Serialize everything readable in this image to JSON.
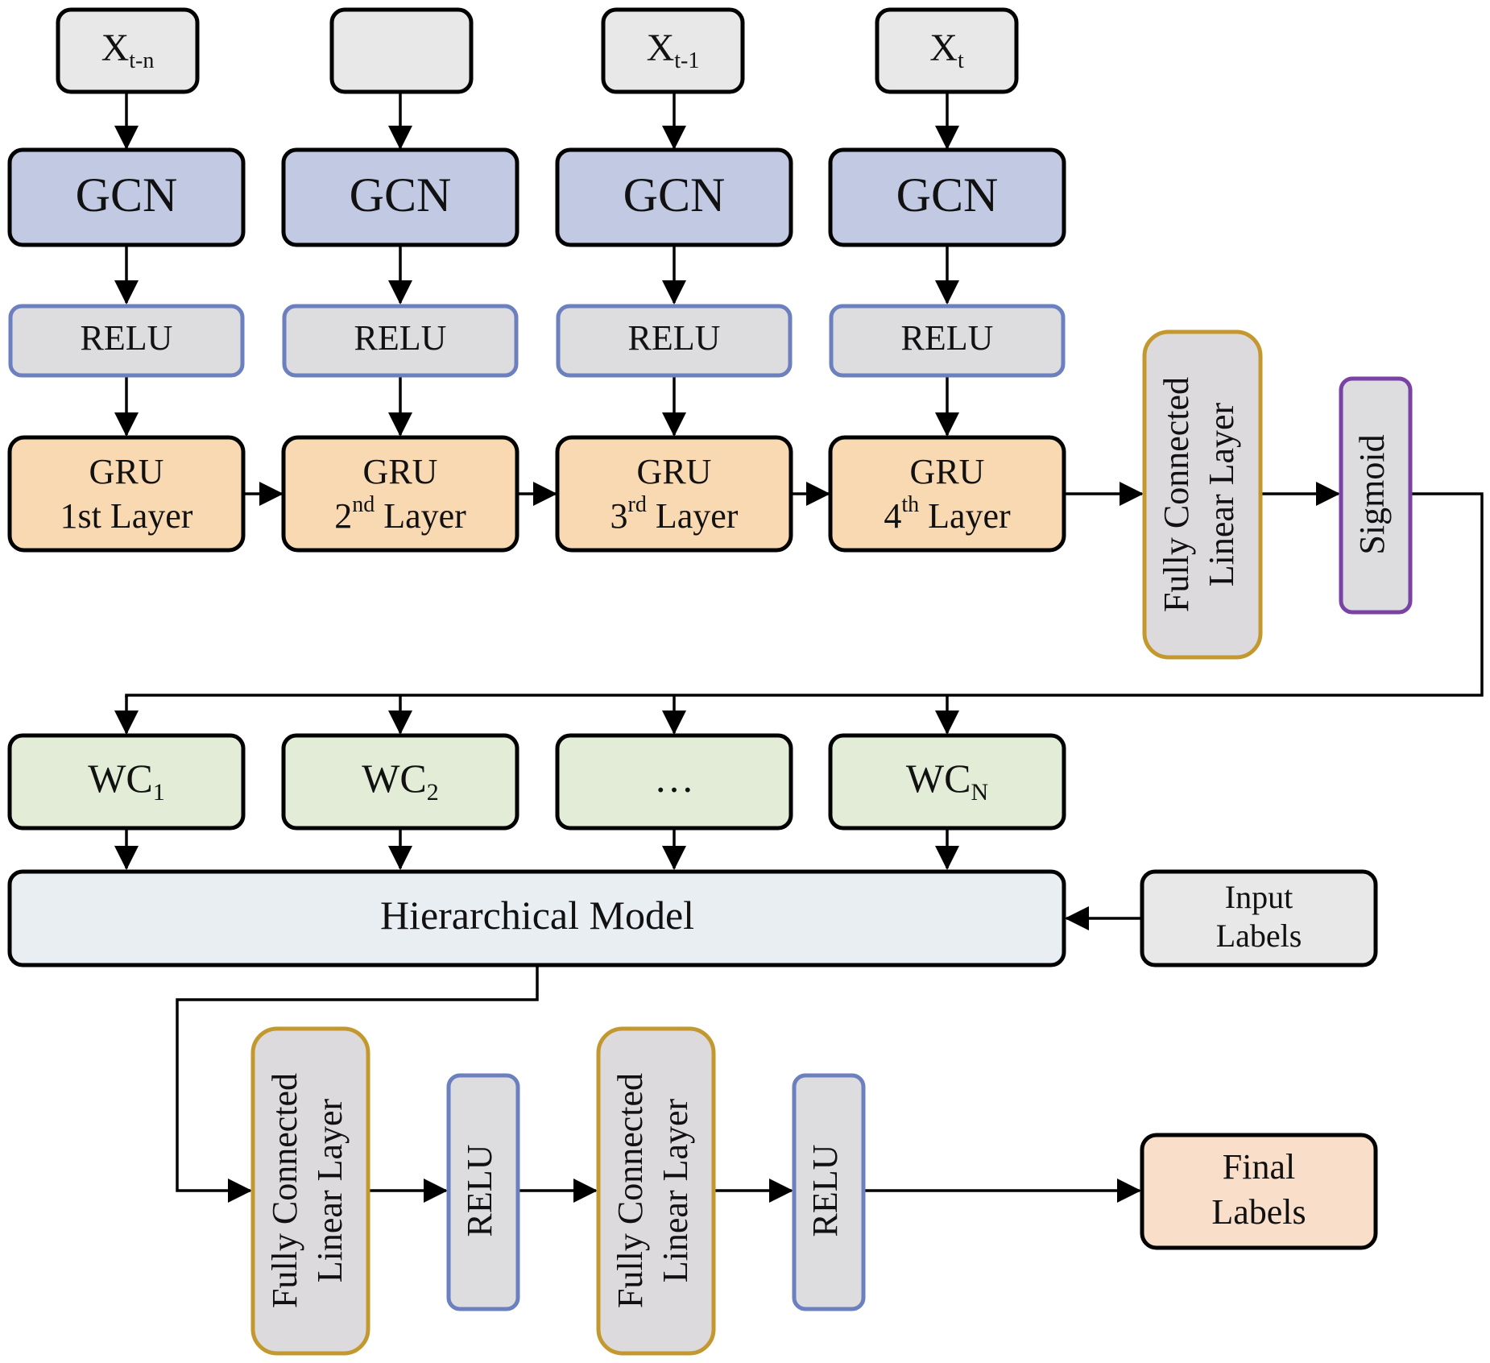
{
  "colors": {
    "gcn_fill": "#c1c9e3",
    "relu_fill": "#dddcde",
    "relu_border": "#6c7fbf",
    "gru_fill": "#f9d9b1",
    "wc_fill": "#e2ecd6",
    "hier_fill": "#e9eef3",
    "input_fill": "#e8e8e8",
    "fc_fill": "#dcdadc",
    "fc_border": "#c3992f",
    "sigmoid_border": "#7b42a5",
    "final_fill": "#f9dec9",
    "black": "#000000"
  },
  "inputs": [
    {
      "base": "X",
      "sub": "t-n"
    },
    {
      "base": "",
      "sub": ""
    },
    {
      "base": "X",
      "sub": "t-1"
    },
    {
      "base": "X",
      "sub": "t"
    }
  ],
  "gcn_label": "GCN",
  "relu_label": "RELU",
  "gru": [
    {
      "line1": "GRU",
      "num": "1st",
      "sup": "",
      "rest": " Layer"
    },
    {
      "line1": "GRU",
      "num": "2",
      "sup": "nd",
      "rest": " Layer"
    },
    {
      "line1": "GRU",
      "num": "3",
      "sup": "rd",
      "rest": " Layer"
    },
    {
      "line1": "GRU",
      "num": "4",
      "sup": "th",
      "rest": " Layer"
    }
  ],
  "fc_line1": "Fully Connected",
  "fc_line2": "Linear Layer",
  "sigmoid_label": "Sigmoid",
  "wc": [
    {
      "base": "WC",
      "sub": "1"
    },
    {
      "base": "WC",
      "sub": "2"
    },
    {
      "base": "…",
      "sub": ""
    },
    {
      "base": "WC",
      "sub": "N"
    }
  ],
  "hierarchical_label": "Hierarchical Model",
  "input_labels": [
    "Input",
    "Labels"
  ],
  "final_labels": [
    "Final",
    "Labels"
  ]
}
